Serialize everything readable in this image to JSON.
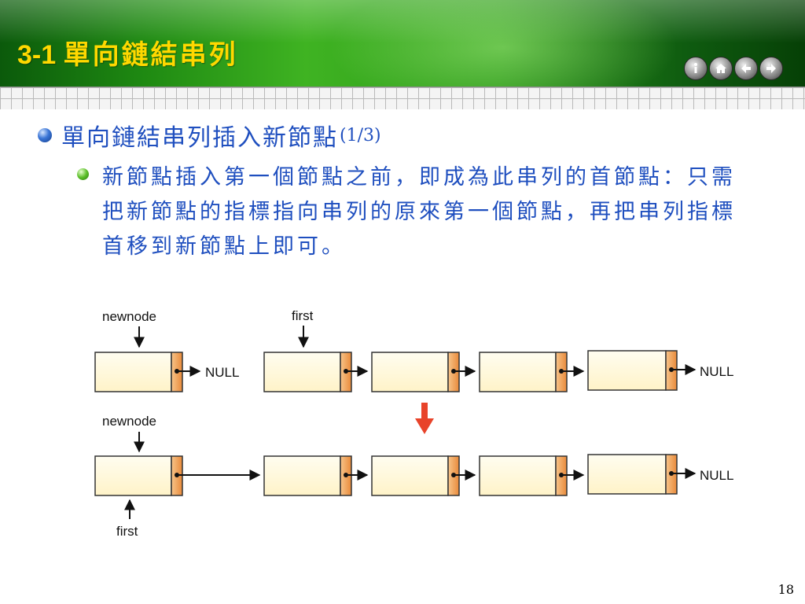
{
  "header": {
    "number": "3-1",
    "title": "單向鏈結串列"
  },
  "nav": {
    "buttons": [
      {
        "icon": "info-icon"
      },
      {
        "icon": "home-icon"
      },
      {
        "icon": "back-arrow-icon"
      },
      {
        "icon": "forward-arrow-icon"
      }
    ]
  },
  "content": {
    "bullet1": "單向鏈結串列插入新節點",
    "bullet1_page": "(1/3)",
    "bullet2": "新節點插入第一個節點之前，即成為此串列的首節點：只需把新節點的指標指向串列的原來第一個節點，再把串列指標首移到新節點上即可。"
  },
  "diagram": {
    "top": {
      "newnode_label": "newnode",
      "first_label": "first",
      "null_label_1": "NULL",
      "null_label_2": "NULL"
    },
    "bottom": {
      "newnode_label": "newnode",
      "first_label": "first",
      "null_label": "NULL"
    }
  },
  "colors": {
    "title": "#ffd800",
    "text": "#1f4fbf",
    "node_fill": "#fffbe6",
    "pointer_fill": "#f2a65a",
    "down_arrow": "#e8432a"
  },
  "page_number": "18"
}
